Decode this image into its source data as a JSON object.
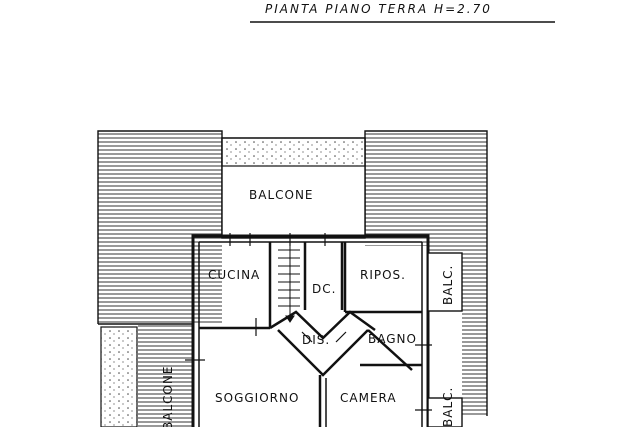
{
  "title": "PIANTA  PIANO TERRA  H=2.70",
  "rooms": {
    "balcone_top": "BALCONE",
    "cucina": "CUCINA",
    "dc": "DC.",
    "ripos": "RIPOS.",
    "balc_right": "BALC.",
    "dis": "DIS.",
    "bagno": "BAGNO",
    "soggiorno": "SOGGIORNO",
    "camera": "CAMERA",
    "balcone_left": "BALCONE",
    "balc_bottom_right": "BALC."
  },
  "colors": {
    "line": "#111111",
    "background": "#ffffff"
  }
}
